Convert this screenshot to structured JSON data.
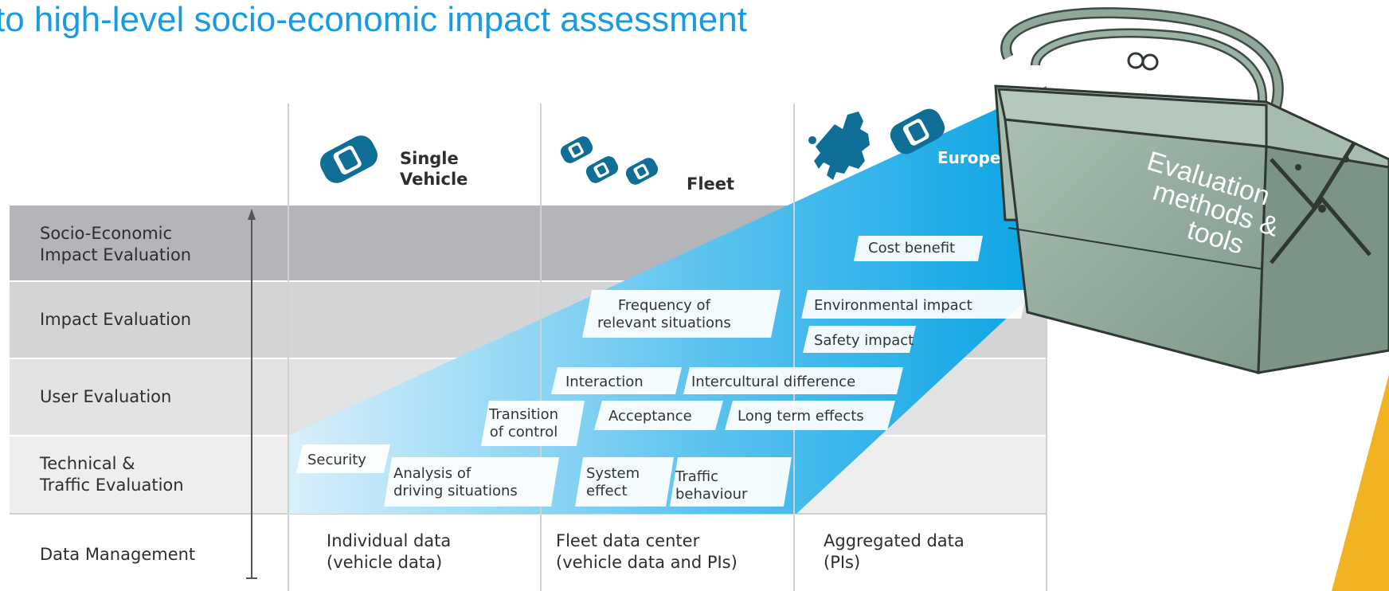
{
  "title": "to high-level socio-economic impact assessment",
  "columns": [
    {
      "label": "Single\nVehicle",
      "icon": "single-car-icon"
    },
    {
      "label": "Fleet",
      "icon": "fleet-cars-icon"
    },
    {
      "label": "Europe",
      "icon": "europe-map-car-icon"
    }
  ],
  "rows": [
    {
      "label": "Socio-Economic\nImpact Evaluation"
    },
    {
      "label": "Impact Evaluation"
    },
    {
      "label": "User Evaluation"
    },
    {
      "label": "Technical &\nTraffic Evaluation"
    },
    {
      "label": "Data Management"
    }
  ],
  "tags": {
    "cost_benefit": "Cost benefit",
    "frequency": "Frequency of\nrelevant situations",
    "environmental": "Environmental impact",
    "safety": "Safety impact",
    "interaction": "Interaction",
    "intercultural": "Intercultural difference",
    "transition": "Transition\nof control",
    "acceptance": "Acceptance",
    "long_term": "Long term effects",
    "security": "Security",
    "analysis": "Analysis of\ndriving situations",
    "system_effect": "System\neffect",
    "traffic_behaviour": "Traffic\nbehaviour"
  },
  "data_management": {
    "individual": "Individual data\n(vehicle data)",
    "fleet": "Fleet data center\n(vehicle data and PIs)",
    "aggregated": "Aggregated data\n(PIs)"
  },
  "toolbox": {
    "line1": "Evaluation",
    "line2": "methods &",
    "line3": "tools",
    "icon": "toolbox-icon"
  },
  "colors": {
    "title": "#1a9be0",
    "gradient_light": "#d6eefb",
    "gradient_dark": "#0aa4e4",
    "row_dark": "#b3b5b8",
    "row_mid": "#d3d4d6",
    "row_light": "#e2e3e4",
    "row_lightest": "#eeeeef",
    "toolbox": "#97afa0",
    "accent": "#f0b423"
  }
}
